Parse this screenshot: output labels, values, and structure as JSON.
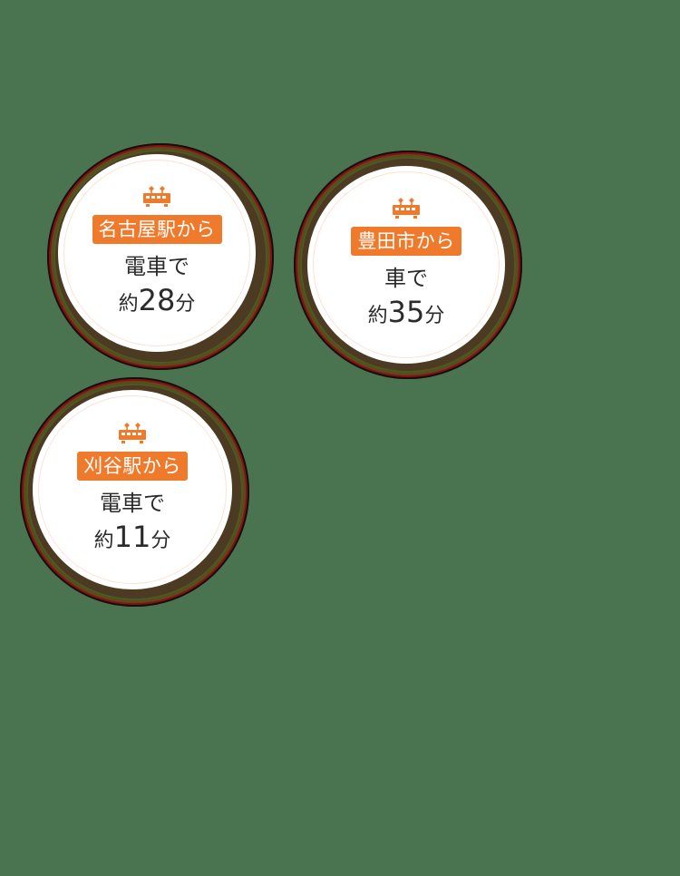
{
  "colors": {
    "background": "#4a7350",
    "accent": "#f07a2c",
    "text": "#2b2b2b",
    "shadow": "#4c3a22"
  },
  "badges": [
    {
      "icon": "train-icon",
      "origin": "名古屋駅から",
      "mode": "電車で",
      "prefix": "約",
      "minutes": "28",
      "suffix": "分"
    },
    {
      "icon": "train-icon",
      "origin": "豊田市から",
      "mode": "車で",
      "prefix": "約",
      "minutes": "35",
      "suffix": "分"
    },
    {
      "icon": "train-icon",
      "origin": "刈谷駅から",
      "mode": "電車で",
      "prefix": "約",
      "minutes": "11",
      "suffix": "分"
    }
  ]
}
